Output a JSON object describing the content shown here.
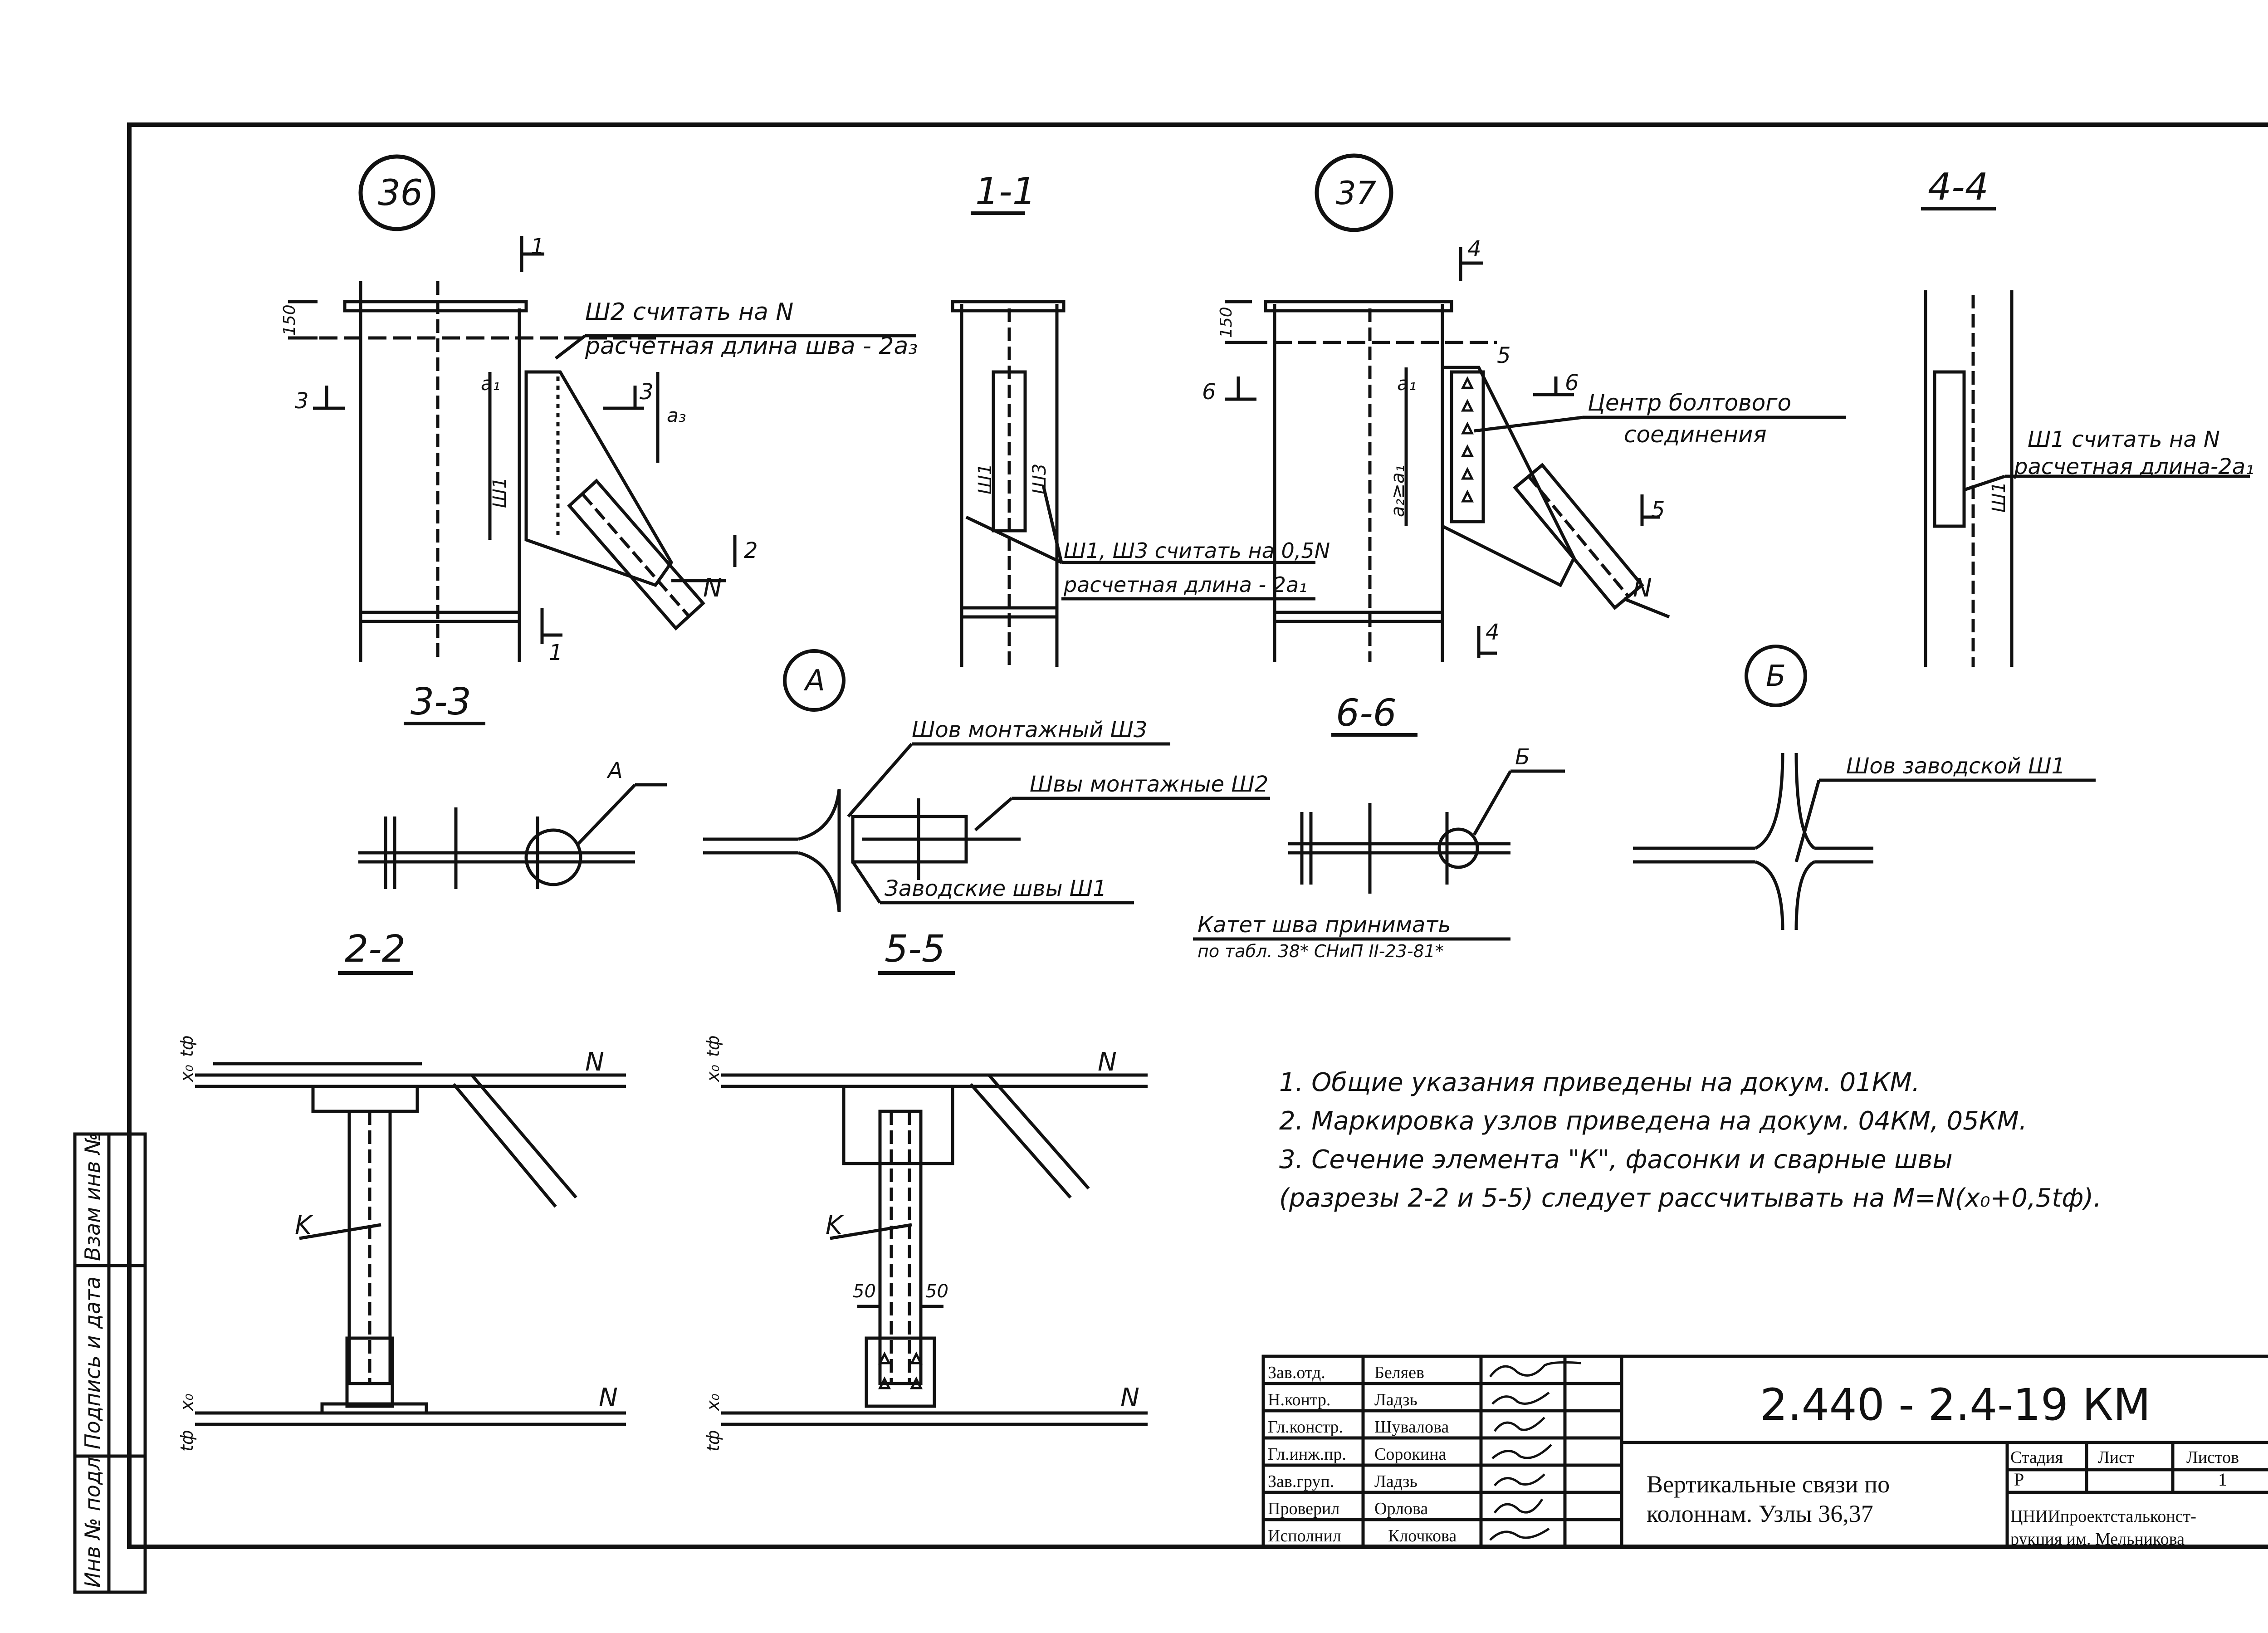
{
  "nodes": {
    "n36": "36",
    "n37": "37",
    "a": "A",
    "b": "Б"
  },
  "sections": {
    "s1_1": "1-1",
    "s4_4": "4-4",
    "s3_3": "3-3",
    "s6_6": "6-6",
    "s2_2": "2-2",
    "s5_5": "5-5"
  },
  "cut_marks": {
    "m1": "1",
    "m3": "3",
    "m2": "2",
    "m6": "6",
    "m5": "5",
    "m4": "4"
  },
  "dims": {
    "d150": "150",
    "d50": "50"
  },
  "symbols": {
    "force": "N",
    "element_k": "K",
    "a1": "a₁",
    "a3": "a₃",
    "a2ge": "a₂≥a₁",
    "w1": "Ш1",
    "w2": "Ш2",
    "w3": "Ш3",
    "x0": "x₀",
    "tf": "tф"
  },
  "callouts": {
    "w2_title": "Ш2 считать на N",
    "w2_len": "расчетная длина шва - 2a₃",
    "w13_title": "Ш1, Ш3 считать на 0,5N",
    "w13_len": "расчетная длина - 2a₁",
    "bolt_center_1": "Центр болтового",
    "bolt_center_2": "соединения",
    "w1_title": "Ш1 считать на N",
    "w1_len": "расчетная длина-2a₁",
    "mount_w3": "Шов монтажный Ш3",
    "mount_w2": "Швы монтажные Ш2",
    "factory_w1": "Заводские швы Ш1",
    "factory_seam": "Шов заводской Ш1",
    "leg_1": "Катет шва принимать",
    "leg_2": "по табл. 38* СНиП II-23-81*"
  },
  "notes": [
    "1. Общие указания приведены на докум. 01КМ.",
    "2. Маркировка узлов приведена на докум. 04КМ, 05КМ.",
    "3. Сечение элемента \"К\", фасонки и сварные швы",
    "(разрезы 2-2 и 5-5) следует рассчитывать на M=N(x₀+0,5tф)."
  ],
  "side_stamp": [
    "Инв № подл",
    "Подпись и дата",
    "Взам инв №"
  ],
  "title_block": {
    "doc_code": "2.440 - 2.4-19 КМ",
    "title_1": "Вертикальные связи по",
    "title_2": "колоннам. Узлы 36,37",
    "roles": [
      "Зав.отд.",
      "Н.контр.",
      "Гл.констр.",
      "Гл.инж.пр.",
      "Зав.груп.",
      "Проверил",
      "Исполнил"
    ],
    "names": [
      "Беляев",
      "Ладзь",
      "Шувалова",
      "Сорокина",
      "Ладзь",
      "Орлова",
      "Клочкова"
    ],
    "stage_label": "Стадия",
    "sheet_label": "Лист",
    "sheets_label": "Листов",
    "stage_value": "Р",
    "sheets_value": "1",
    "org_1": "ЦНИИпроектстальконст-",
    "org_2": "рукция им. Мельникова"
  }
}
